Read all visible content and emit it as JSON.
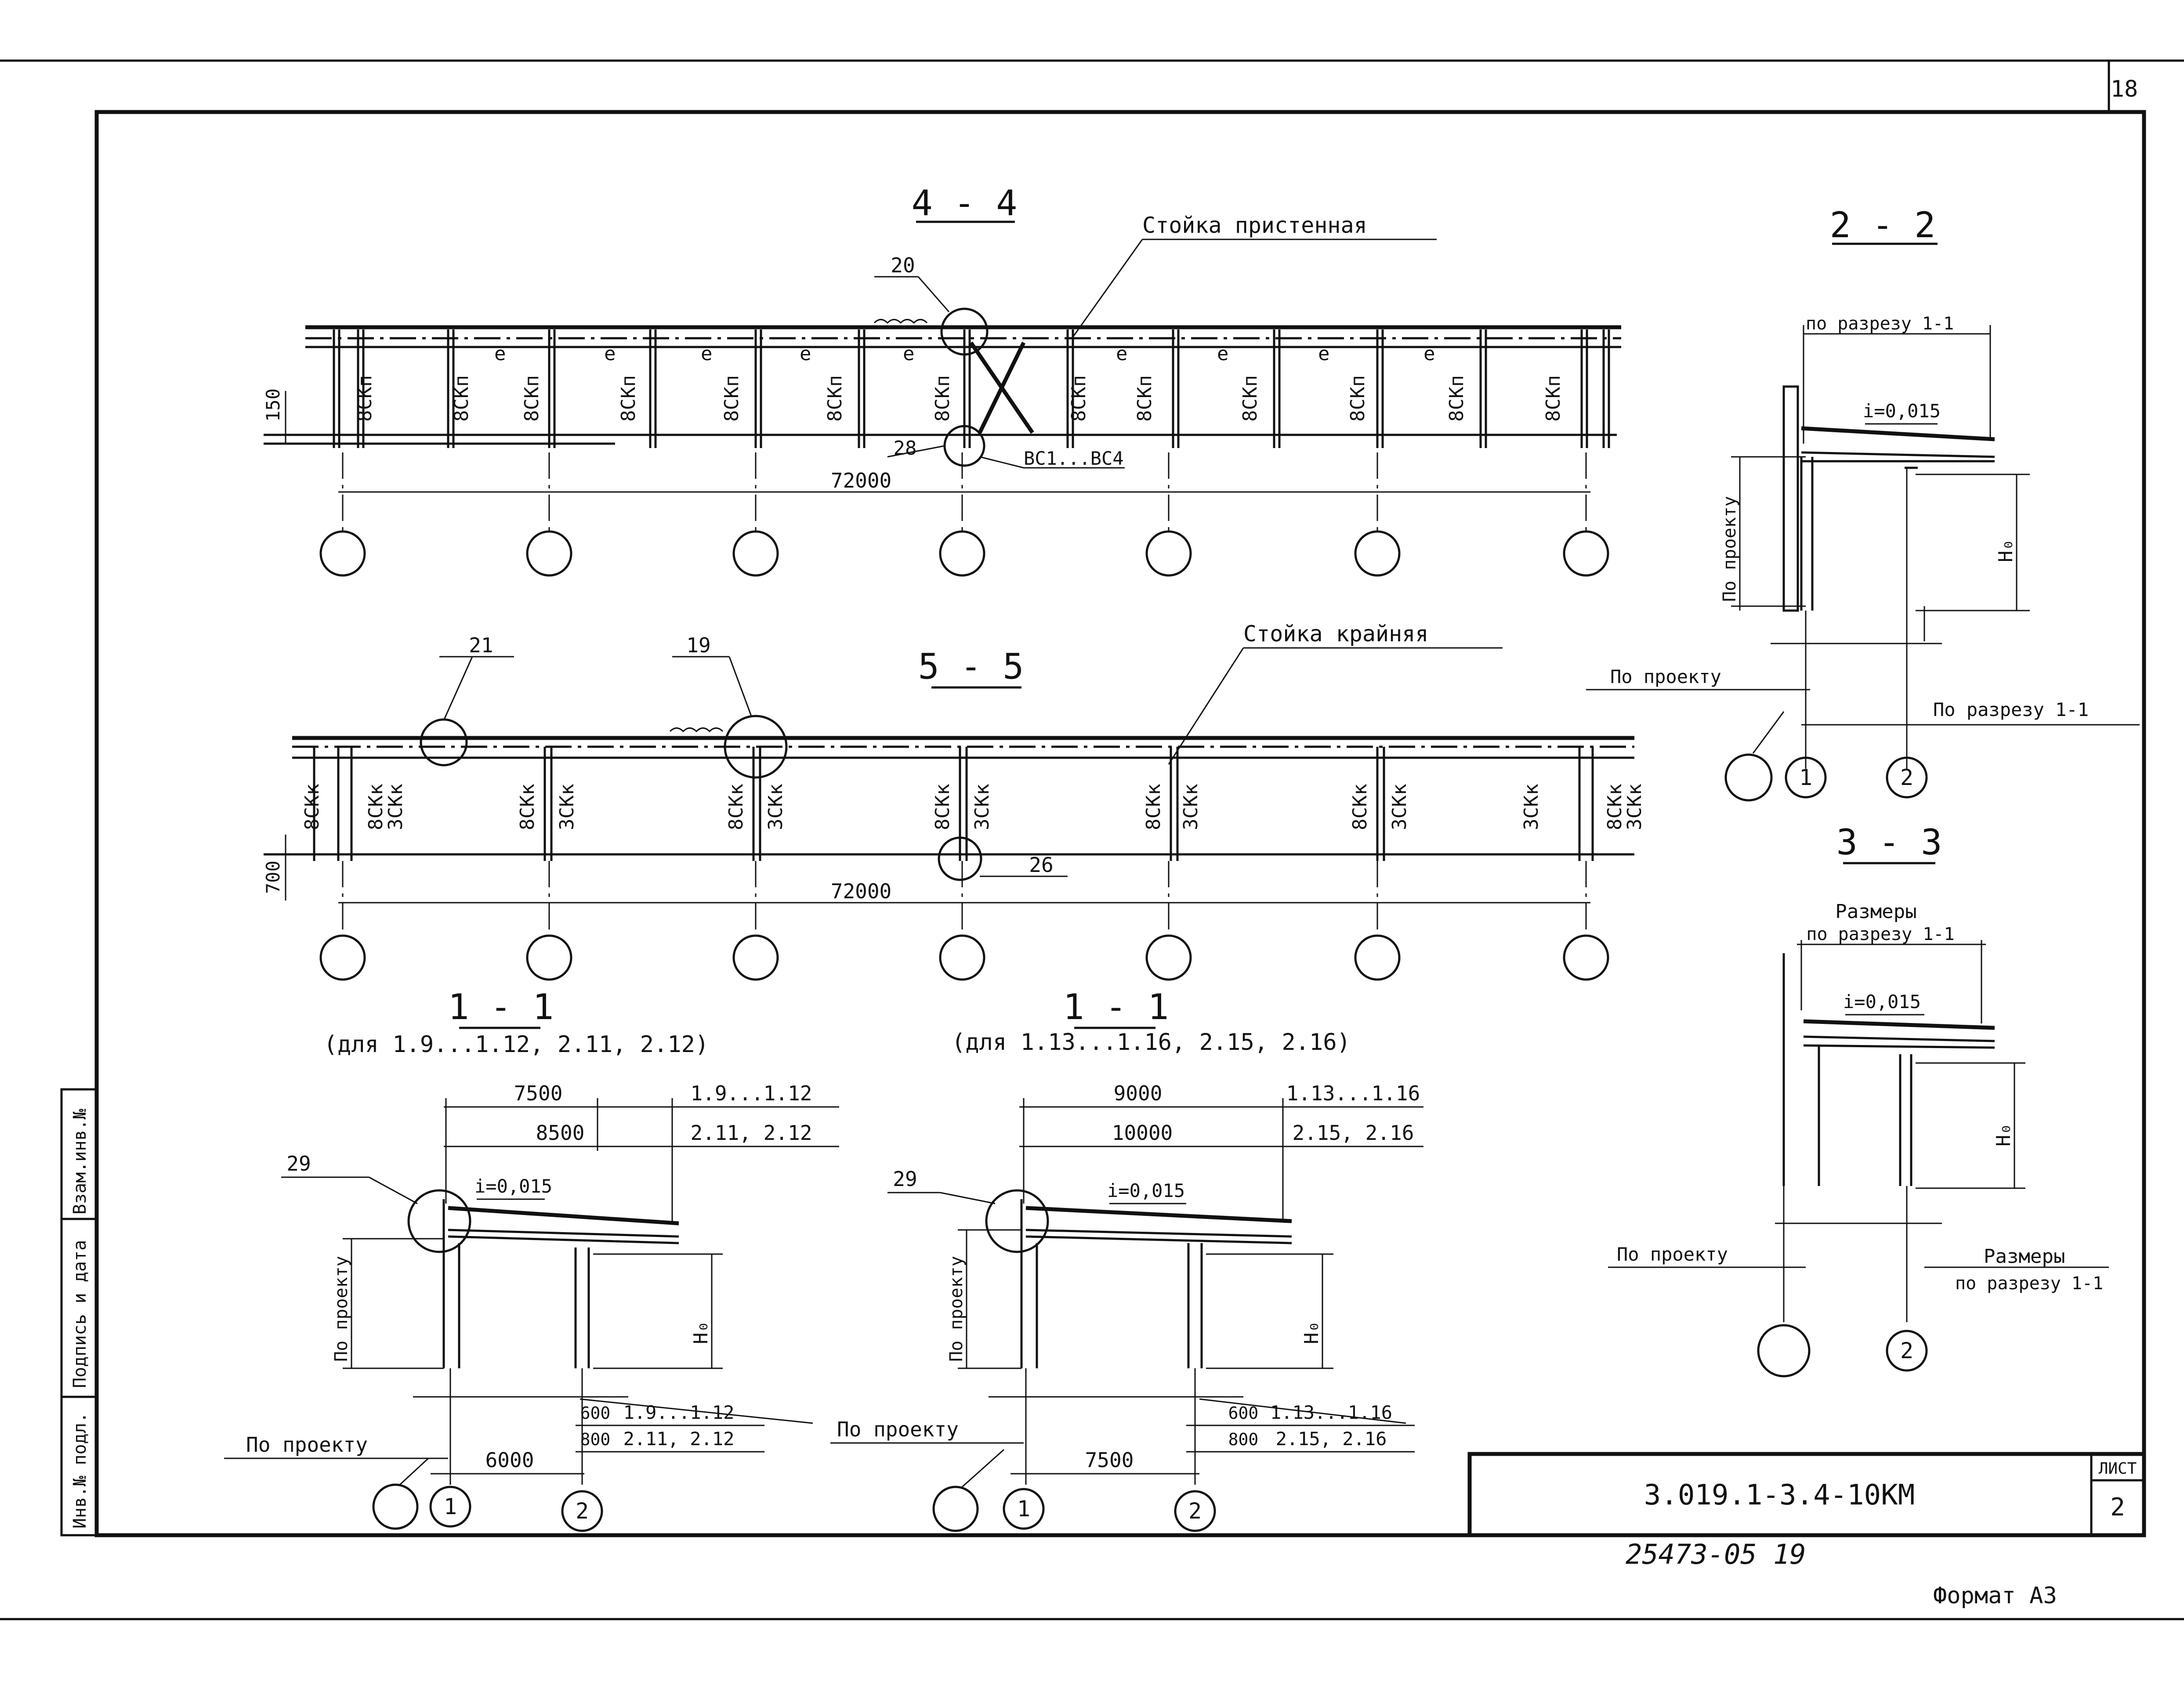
{
  "sheet": {
    "page_number": "18",
    "list_label": "ЛИСТ",
    "list_value": "2",
    "doc_code": "3.019.1-3.4-10КМ",
    "archive_number": "25473-05   19",
    "format_label": "Формат А3"
  },
  "side_stamp": {
    "inv_podl": "Инв.№ подл.",
    "podpis_data": "Подпись и дата",
    "vzam_inv": "Взам.инв.№"
  },
  "view_4_4": {
    "title": "4 - 4",
    "wall_post_label": "Стойка пристенная",
    "callout_20": "20",
    "callout_28": "28",
    "bracing_label": "ВС1...ВС4",
    "dim_height": "150",
    "dim_span": "72000",
    "column_marks": [
      "8СКп",
      "8СКп",
      "8СКп",
      "8СКп",
      "8СКп",
      "8СКп",
      "8СКп",
      "8СКп",
      "8СКп",
      "8СКп",
      "8СКп",
      "8СКп",
      "8СКп"
    ],
    "purlin_mark": "е"
  },
  "view_5_5": {
    "title": "5 - 5",
    "end_post_label": "Стойка крайняя",
    "callout_21": "21",
    "callout_19": "19",
    "callout_26": "26",
    "dim_height": "700",
    "dim_span": "72000",
    "mark_a": "8СКк",
    "mark_b": "3СКк"
  },
  "section_2_2": {
    "title": "2 - 2",
    "top_dim": "по разрезу 1-1",
    "slope": "i=0,015",
    "side_height": "По проекту",
    "height_label": "Н₀",
    "bottom_left": "По проекту",
    "bottom_right": "По разрезу 1-1",
    "axis_1": "1",
    "axis_2": "2"
  },
  "section_3_3": {
    "title": "3 - 3",
    "top_dim_1": "Размеры",
    "top_dim_2": "по разрезу 1-1",
    "slope": "i=0,015",
    "height_label": "Н₀",
    "bottom_left": "По проекту",
    "bottom_right_1": "Размеры",
    "bottom_right_2": "по разрезу 1-1",
    "axis_2": "2"
  },
  "section_1_1_a": {
    "title": "1 - 1",
    "subtitle": "(для 1.9...1.12, 2.11, 2.12)",
    "dim_top_1": "7500",
    "dim_top_1_note": "1.9...1.12",
    "dim_top_2": "8500",
    "dim_top_2_note": "2.11, 2.12",
    "callout": "29",
    "slope": "i=0,015",
    "side_height": "По проекту",
    "height_label": "Н₀",
    "dim_600": "600",
    "dim_600_note": "1.9...1.12",
    "dim_800": "800",
    "dim_800_note": "2.11, 2.12",
    "bottom_left": "По проекту",
    "dim_bottom": "6000",
    "axis_1": "1",
    "axis_2": "2"
  },
  "section_1_1_b": {
    "title": "1 - 1",
    "subtitle": "(для 1.13...1.16, 2.15, 2.16)",
    "dim_top_1": "9000",
    "dim_top_1_note": "1.13...1.16",
    "dim_top_2": "10000",
    "dim_top_2_note": "2.15, 2.16",
    "callout": "29",
    "slope": "i=0,015",
    "side_height": "По проекту",
    "height_label": "Н₀",
    "dim_600": "600",
    "dim_600_note": "1.13...1.16",
    "dim_800": "800",
    "dim_800_note": "2.15, 2.16",
    "bottom_left": "По проекту",
    "dim_bottom": "7500",
    "axis_1": "1",
    "axis_2": "2"
  }
}
